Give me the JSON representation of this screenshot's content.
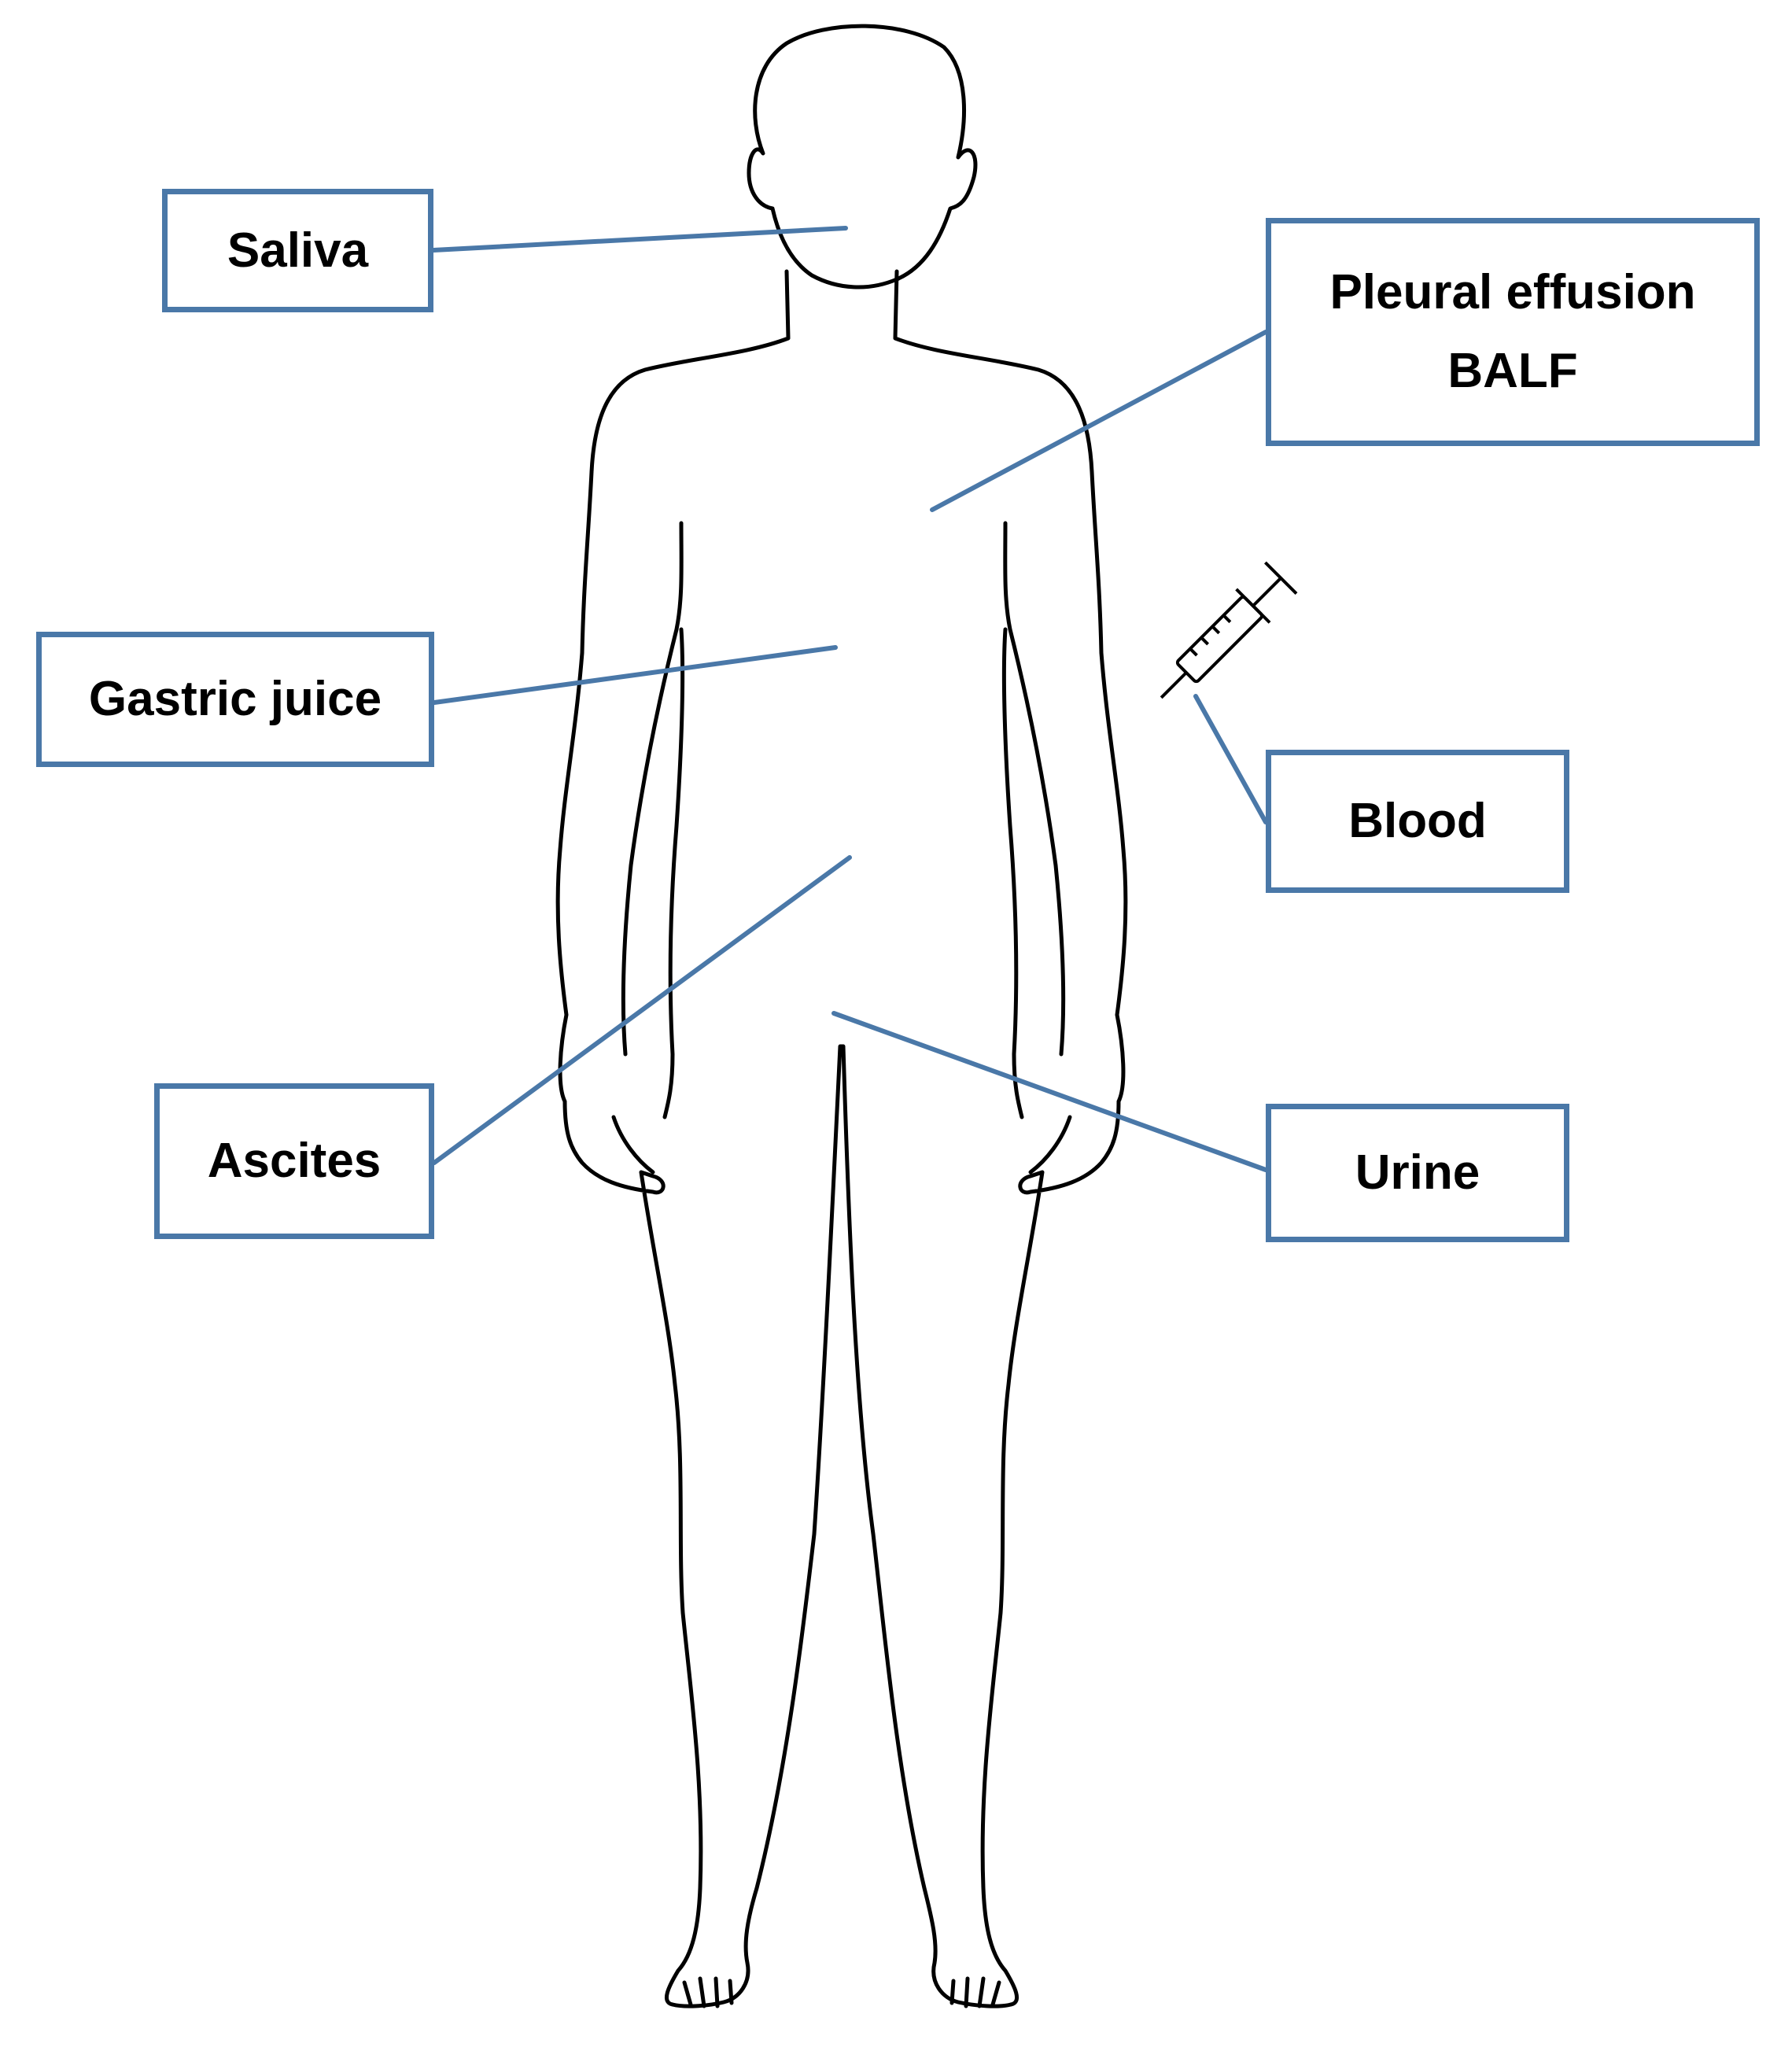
{
  "labels": {
    "saliva": "Saliva",
    "gastric_juice": "Gastric juice",
    "ascites": "Ascites",
    "pleural_effusion": "Pleural effusion",
    "balf": "BALF",
    "blood": "Blood",
    "urine": "Urine"
  },
  "colors": {
    "accent": "#4a78a8",
    "outline": "#000000",
    "background": "#ffffff"
  },
  "icons": [
    "human-body-outline",
    "syringe-icon"
  ]
}
